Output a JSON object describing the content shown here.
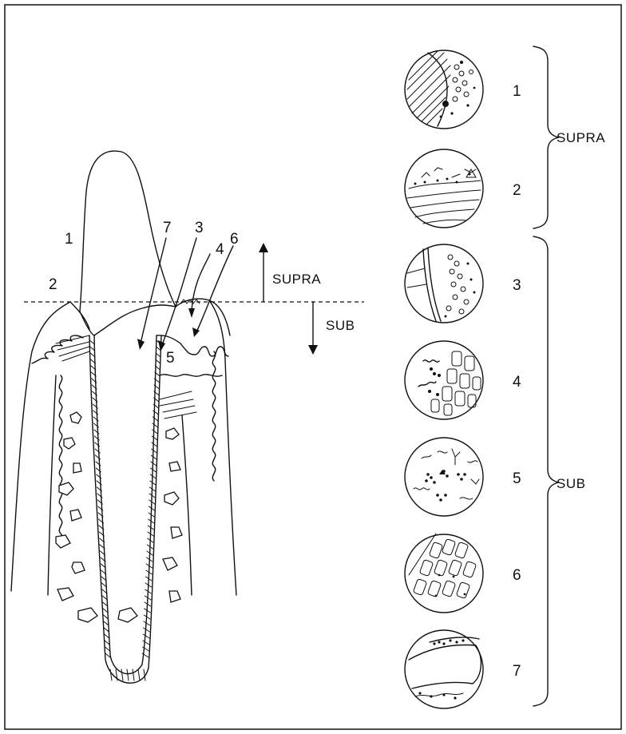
{
  "diagram": {
    "tooth_labels": {
      "n1": "1",
      "n2": "2",
      "n3": "3",
      "n4": "4",
      "n5": "5",
      "n6": "6",
      "n7": "7"
    },
    "level_labels": {
      "supra": "SUPRA",
      "sub": "SUB"
    },
    "panels": [
      {
        "number": "1"
      },
      {
        "number": "2"
      },
      {
        "number": "3"
      },
      {
        "number": "4"
      },
      {
        "number": "5"
      },
      {
        "number": "6"
      },
      {
        "number": "7"
      }
    ],
    "brace_labels": {
      "supra": "SUPRA",
      "sub": "SUB"
    }
  }
}
